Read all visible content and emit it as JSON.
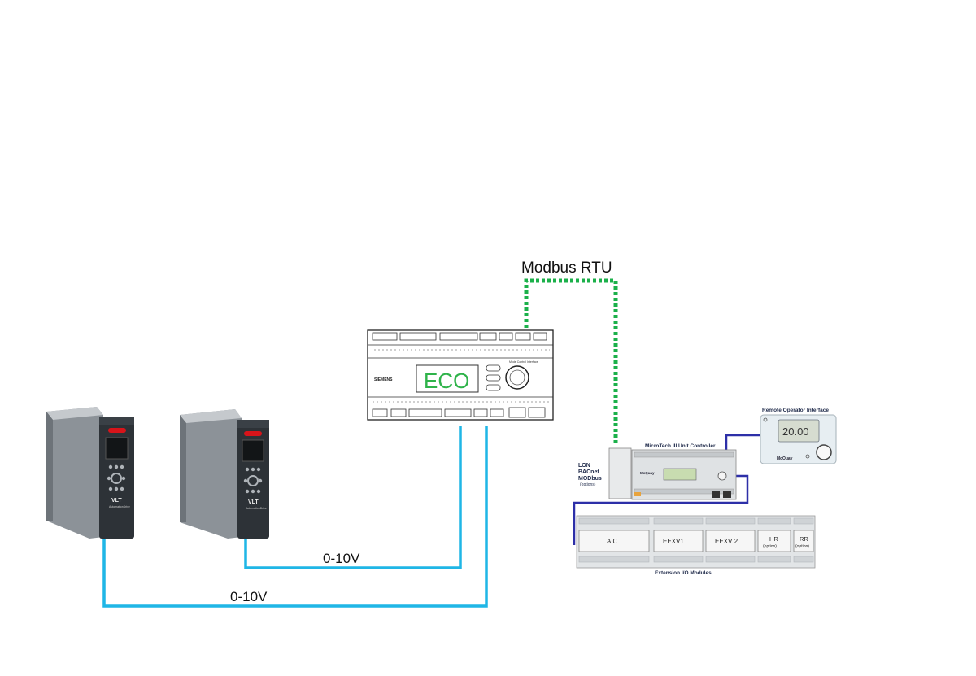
{
  "labels": {
    "modbus": "Modbus RTU",
    "link1": "0-10V",
    "link2": "0-10V"
  },
  "eco": {
    "display_text": "ECO",
    "brand": "SIEMENS",
    "nav_label": "Mode Control Interface"
  },
  "drives": [
    {
      "badge": "VLT",
      "sub": "AutomationDrive"
    },
    {
      "badge": "VLT",
      "sub": "AutomationDrive"
    }
  ],
  "microtech": {
    "title": "MicroTech III Unit Controller",
    "brand": "McQuay",
    "left_notes": [
      "LON",
      "BACnet",
      "MODbus",
      "(options)"
    ]
  },
  "remote": {
    "title": "Remote Operator Interface",
    "reading": "20.00",
    "brand": "McQuay"
  },
  "modules": {
    "caption": "Extension I/O Modules",
    "items": [
      {
        "label": "A.C.",
        "note": ""
      },
      {
        "label": "EEXV1",
        "note": ""
      },
      {
        "label": "EEXV 2",
        "note": ""
      },
      {
        "label": "HR",
        "note": "(option)"
      },
      {
        "label": "RR",
        "note": "(option)"
      }
    ]
  },
  "colors": {
    "modbus_line": "#1bb04a",
    "analog_line": "#1fb6e6",
    "lon_line": "#2d2fa8",
    "eco_text": "#2fb34a",
    "drive_dark": "#2d3237",
    "drive_body": "#9aa0a6",
    "danfoss_red": "#d7141a"
  }
}
